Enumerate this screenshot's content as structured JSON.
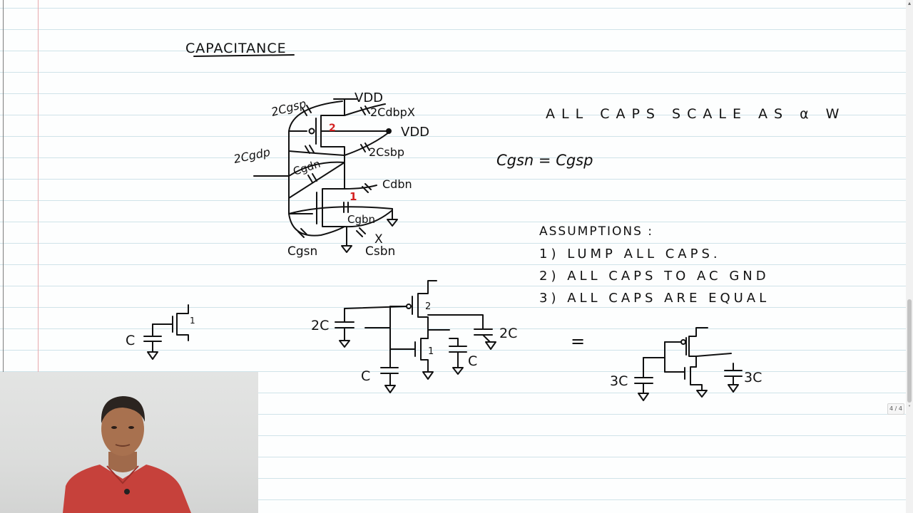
{
  "notes": {
    "title": "CAPACITANCE",
    "statement": "ALL CAPS SCALE AS α W",
    "equation": "Cgsn = Cgsp",
    "assumptions": {
      "heading": "ASSUMPTIONS :",
      "items": [
        "1) LUMP ALL CAPS.",
        "2) ALL CAPS TO AC GND",
        "3) ALL CAPS ARE EQUAL"
      ]
    }
  },
  "diagram_top": {
    "labels": {
      "cgsp": "2Cgsp",
      "cgdp": "2Cgdp",
      "cdbp": "2CdbpX",
      "csbp": "2Csbp",
      "vdd1": "VDD",
      "vdd2": "VDD",
      "cgdn": "Cgdn",
      "cdbn": "Cdbn",
      "cgbn": "Cgbn",
      "cgsn": "Cgsn",
      "csbn": "Csbn",
      "x_mark": "X",
      "pmos_size": "2",
      "nmos_size": "1"
    },
    "accent_color": "#d42020"
  },
  "diagram_bottom": {
    "labels": {
      "single_c": "C",
      "single_size": "1",
      "left_2c": "2C",
      "right_2c": "2C",
      "gnd_c": "C",
      "mid_c": "C",
      "pmos_size": "2",
      "nmos_size": "1",
      "equals": "=",
      "left_3c": "3C",
      "right_3c": "3C"
    }
  },
  "viewer": {
    "page_indicator": "4 / 4",
    "scroll_up": "▴",
    "page_down": "˅"
  }
}
